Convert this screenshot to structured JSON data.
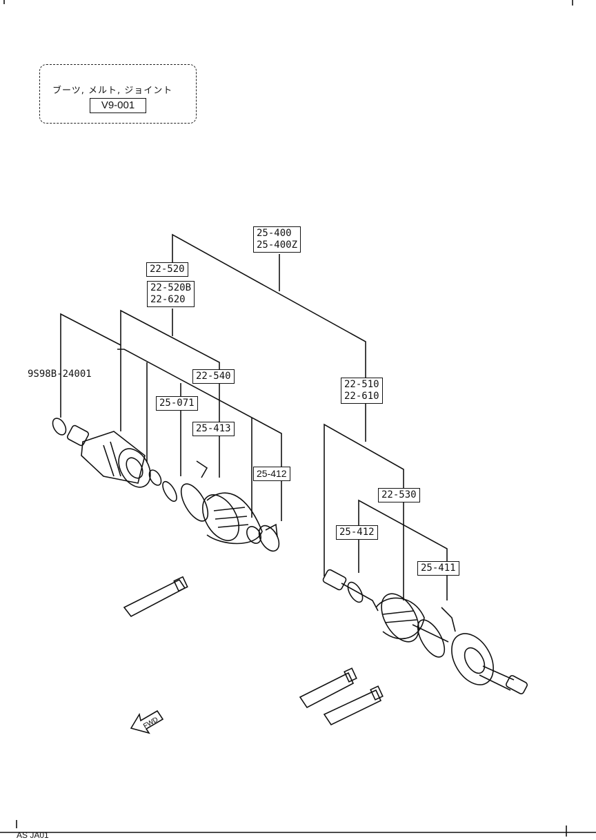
{
  "note": {
    "title": "ブーツ, メルト, ジョイント",
    "code": "V9-001"
  },
  "labels": {
    "assembly_main": "25-400\n25-400Z",
    "inner_joint_a": "22-520",
    "inner_joint_b": "22-520B\n22-620",
    "outer_joint": "22-510\n22-610",
    "part_number": "9S98B-24001",
    "boot_inner": "22-540",
    "ring_071": "25-071",
    "band_413": "25-413",
    "band_412_inner": "25-412",
    "boot_outer": "22-530",
    "band_412_outer": "25-412",
    "band_411": "25-411"
  },
  "footer": "AS JA01",
  "fwd_marker": "FWD"
}
